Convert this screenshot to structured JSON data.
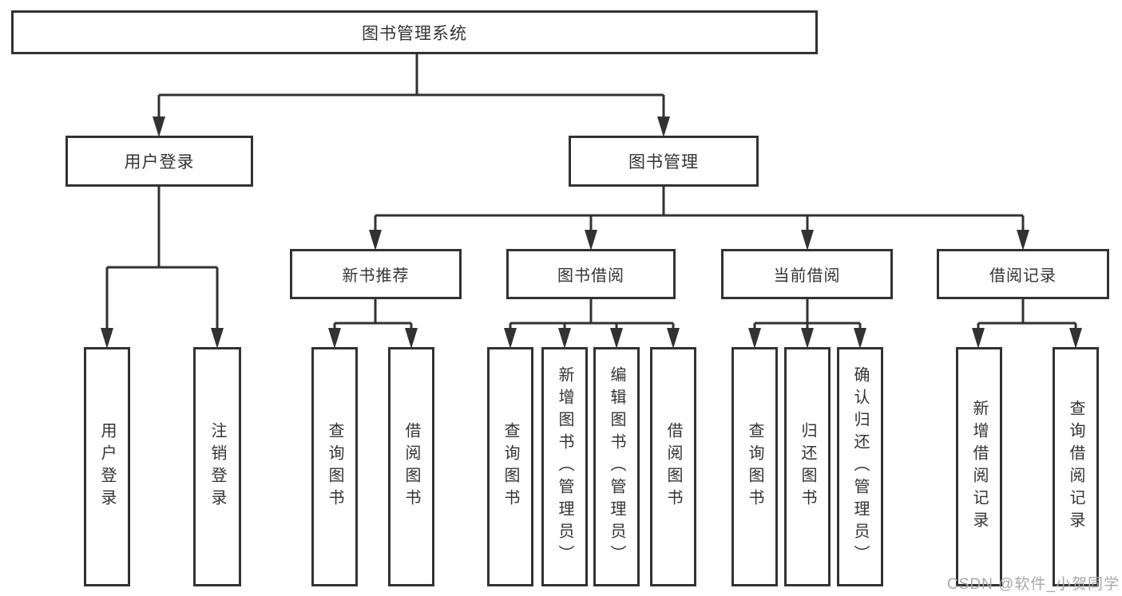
{
  "tree": {
    "root": {
      "label": "图书管理系统",
      "children": [
        {
          "label": "用户登录",
          "children": [
            {
              "label": "用户登录"
            },
            {
              "label": "注销登录"
            }
          ]
        },
        {
          "label": "图书管理",
          "children": [
            {
              "label": "新书推荐",
              "children": [
                {
                  "label": "查询图书"
                },
                {
                  "label": "借阅图书"
                }
              ]
            },
            {
              "label": "图书借阅",
              "children": [
                {
                  "label": "查询图书"
                },
                {
                  "label": "新增图书（管理员）"
                },
                {
                  "label": "编辑图书（管理员）"
                },
                {
                  "label": "借阅图书"
                }
              ]
            },
            {
              "label": "当前借阅",
              "children": [
                {
                  "label": "查询图书"
                },
                {
                  "label": "归还图书"
                },
                {
                  "label": "确认归还（管理员）"
                }
              ]
            },
            {
              "label": "借阅记录",
              "children": [
                {
                  "label": "新增借阅记录"
                },
                {
                  "label": "查询借阅记录"
                }
              ]
            }
          ]
        }
      ]
    }
  },
  "watermark": {
    "text": "CSDN @软件_小贺同学"
  },
  "colors": {
    "line": "#323232",
    "text": "#333333",
    "watermark_text": "#a8a8a8",
    "background": "#ffffff"
  }
}
